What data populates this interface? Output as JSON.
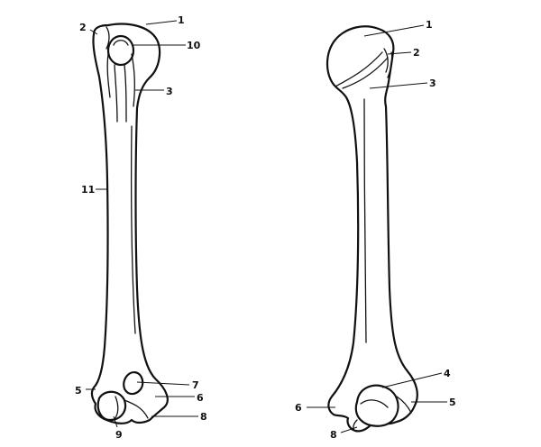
{
  "diagram": {
    "left_bone": {
      "labels": [
        "1",
        "2",
        "10",
        "3",
        "11",
        "5",
        "7",
        "6",
        "8",
        "9"
      ]
    },
    "right_bone": {
      "labels": [
        "1",
        "2",
        "3",
        "4",
        "6",
        "5",
        "8"
      ]
    }
  }
}
